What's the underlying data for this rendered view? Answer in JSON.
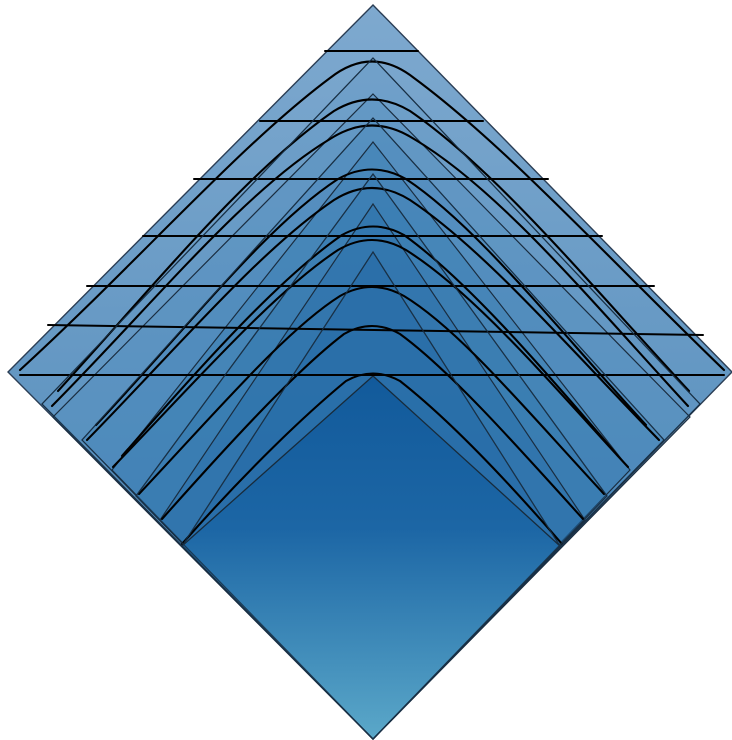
{
  "diagram": {
    "shape": "nested diamonds",
    "colors": {
      "outer_top": "#7ea9cf",
      "outer_bottom": "#4b88b7",
      "deep_blue": "#125a9b",
      "mid_blue": "#236ea9",
      "bottom_cyan": "#5aa7c9",
      "line": "#000000",
      "edge": "#1c2c3a"
    },
    "layers": 8,
    "horizontal_lines": 7,
    "curves": 10
  }
}
